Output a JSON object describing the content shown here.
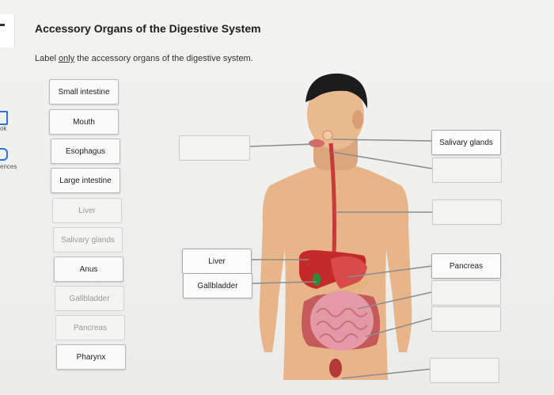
{
  "page": {
    "title": "Accessory Organs of the Digestive System",
    "instruction_prefix": "Label ",
    "instruction_emphasis": "only",
    "instruction_suffix": " the accessory organs of the digestive system."
  },
  "sidebar": {
    "items": [
      {
        "label": "ok",
        "icon": "book-icon"
      },
      {
        "label": "ences",
        "icon": "references-icon"
      }
    ]
  },
  "word_bank": [
    {
      "label": "Small intestine",
      "placed": false
    },
    {
      "label": "Mouth",
      "placed": false
    },
    {
      "label": "Esophagus",
      "placed": false
    },
    {
      "label": "Large intestine",
      "placed": false
    },
    {
      "label": "Liver",
      "placed": true
    },
    {
      "label": "Salivary glands",
      "placed": true
    },
    {
      "label": "Anus",
      "placed": false
    },
    {
      "label": "Gallbladder",
      "placed": true
    },
    {
      "label": "Pancreas",
      "placed": true
    },
    {
      "label": "Pharynx",
      "placed": false
    }
  ],
  "drop_targets": [
    {
      "label": ""
    },
    {
      "label": "Salivary glands"
    },
    {
      "label": ""
    },
    {
      "label": ""
    },
    {
      "label": "Liver"
    },
    {
      "label": "Gallbladder"
    },
    {
      "label": "Pancreas"
    },
    {
      "label": ""
    },
    {
      "label": ""
    },
    {
      "label": ""
    }
  ],
  "colors": {
    "skin": "#e9b98f",
    "hair": "#1c1c1c",
    "liver": "#c42a2a",
    "intestine": "#e49aa6",
    "leader_line": "#8c8c8c"
  }
}
